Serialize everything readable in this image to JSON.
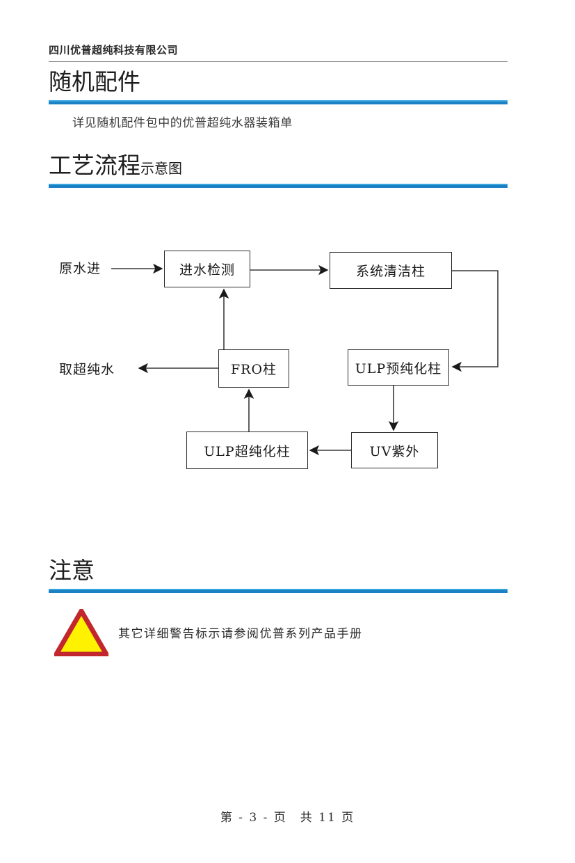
{
  "header": {
    "company": "四川优普超纯科技有限公司"
  },
  "sections": {
    "accessories": {
      "title": "随机配件",
      "title_small": "",
      "body": "详见随机配件包中的优普超纯水器装箱单"
    },
    "process": {
      "title": "工艺流程",
      "title_small": "示意图",
      "body": ""
    },
    "notice": {
      "title": "注意",
      "title_small": "",
      "body": "其它详细警告标示请参阅优普系列产品手册"
    }
  },
  "diagram": {
    "type": "flowchart",
    "nodes": [
      {
        "id": "inlet",
        "label": "进水检测"
      },
      {
        "id": "clean",
        "label": "系统清洁柱"
      },
      {
        "id": "preulp",
        "label": "ULP预纯化柱"
      },
      {
        "id": "uv",
        "label": "UV紫外"
      },
      {
        "id": "ulp",
        "label": "ULP超纯化柱"
      },
      {
        "id": "fro",
        "label": "FRO柱"
      }
    ],
    "labels": [
      {
        "id": "raw-water-in",
        "text": "原水进"
      },
      {
        "id": "take-pure-water",
        "text": "取超纯水"
      }
    ],
    "edges": [
      {
        "from": "raw-water-in",
        "to": "inlet"
      },
      {
        "from": "inlet",
        "to": "clean"
      },
      {
        "from": "clean",
        "to": "preulp"
      },
      {
        "from": "preulp",
        "to": "uv"
      },
      {
        "from": "uv",
        "to": "ulp"
      },
      {
        "from": "ulp",
        "to": "fro"
      },
      {
        "from": "fro",
        "to": "inlet"
      },
      {
        "from": "fro",
        "to": "take-pure-water"
      }
    ]
  },
  "icons": {
    "warning_triangle": "warning-triangle-icon"
  },
  "colors": {
    "accent_rule": "#1b80c4",
    "accent_rule_top": "#36a6dd",
    "warning_fill": "#fff200",
    "warning_stroke": "#c1272d",
    "header_rule": "#8d8d8d"
  },
  "footer": {
    "text": "第 - 3 - 页　共 11 页",
    "page_number": "3",
    "total_pages": "11"
  }
}
